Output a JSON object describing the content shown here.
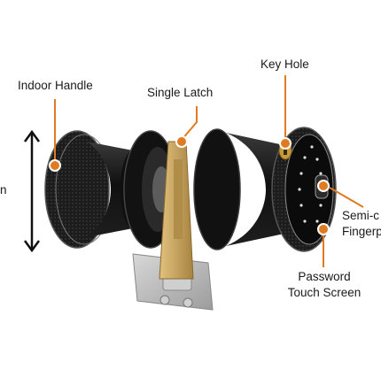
{
  "labels": {
    "indoor_handle": "Indoor Handle",
    "single_latch": "Single Latch",
    "key_hole": "Key Hole",
    "semi_cut": "Semi-c",
    "fingerprint": "Fingerp",
    "password_line1": "Password",
    "password_line2": "Touch Screen",
    "left_cut": "n"
  },
  "colors": {
    "accent": "#e07b22",
    "lock_body": "#141414",
    "plate": "#b9b9b9",
    "latch_gold": "#c8a45a"
  },
  "icons": [
    "dimension-arrow-icon",
    "callout-dot-icon"
  ]
}
